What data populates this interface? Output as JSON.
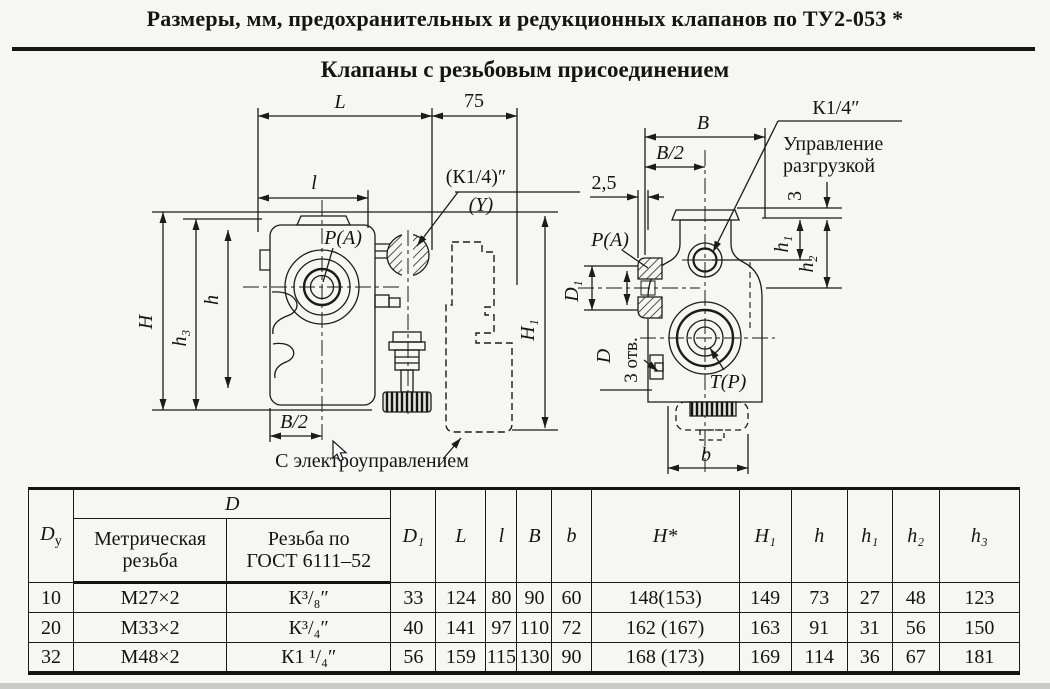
{
  "title": "Размеры, мм, предохранительных и редукционных клапанов по ТУ2-053 *",
  "subtitle": "Клапаны с резьбовым присоединением",
  "left_drawing": {
    "caption": "С электроуправлением",
    "dim_L": "L",
    "dim_75": "75",
    "dim_l": "l",
    "thread_label": "(К1/4)″",
    "y_label": "(Y)",
    "pa_label": "P(A)",
    "dim_H": "H",
    "dim_h3": "h₃",
    "dim_h": "h",
    "dim_H1": "H₁",
    "dim_B2": "B/2"
  },
  "right_drawing": {
    "dim_B": "В",
    "dim_B2": "В/2",
    "dim_25": "2,5",
    "thread_label": "К1/4″",
    "control_label_1": "Управление",
    "control_label_2": "разгрузкой",
    "dim_3": "3",
    "dim_h1": "h₁",
    "dim_h2": "h₂",
    "pa_label": "P(A)",
    "dim_D1": "D₁",
    "dim_D": "D",
    "holes_label": "3 отв.",
    "tp_label": "T(P)",
    "dim_b": "b"
  },
  "table": {
    "header": {
      "dy_base": "D",
      "dy_sub": "у",
      "d_group": "D",
      "metric": "Метрическая\nрезьба",
      "gost": "Резьба по\nГОСТ 6111–52",
      "d1": "D₁",
      "L": "L",
      "l": "l",
      "B": "B",
      "b": "b",
      "H": "H*",
      "H1": "H₁",
      "h": "h",
      "h1": "h₁",
      "h2": "h₂",
      "h3": "h₃"
    },
    "rows": [
      {
        "cells": [
          "10",
          "М27×2",
          "К³/₈″",
          "33",
          "124",
          "80",
          "90",
          "60",
          "148(153)",
          "149",
          "73",
          "27",
          "48",
          "123"
        ]
      },
      {
        "cells": [
          "20",
          "М33×2",
          "К³/₄″",
          "40",
          "141",
          "97",
          "110",
          "72",
          "162 (167)",
          "163",
          "91",
          "31",
          "56",
          "150"
        ]
      },
      {
        "cells": [
          "32",
          "М48×2",
          "К1 ¹/₄″",
          "56",
          "159",
          "115",
          "130",
          "90",
          "168 (173)",
          "169",
          "114",
          "36",
          "67",
          "181"
        ]
      }
    ]
  }
}
